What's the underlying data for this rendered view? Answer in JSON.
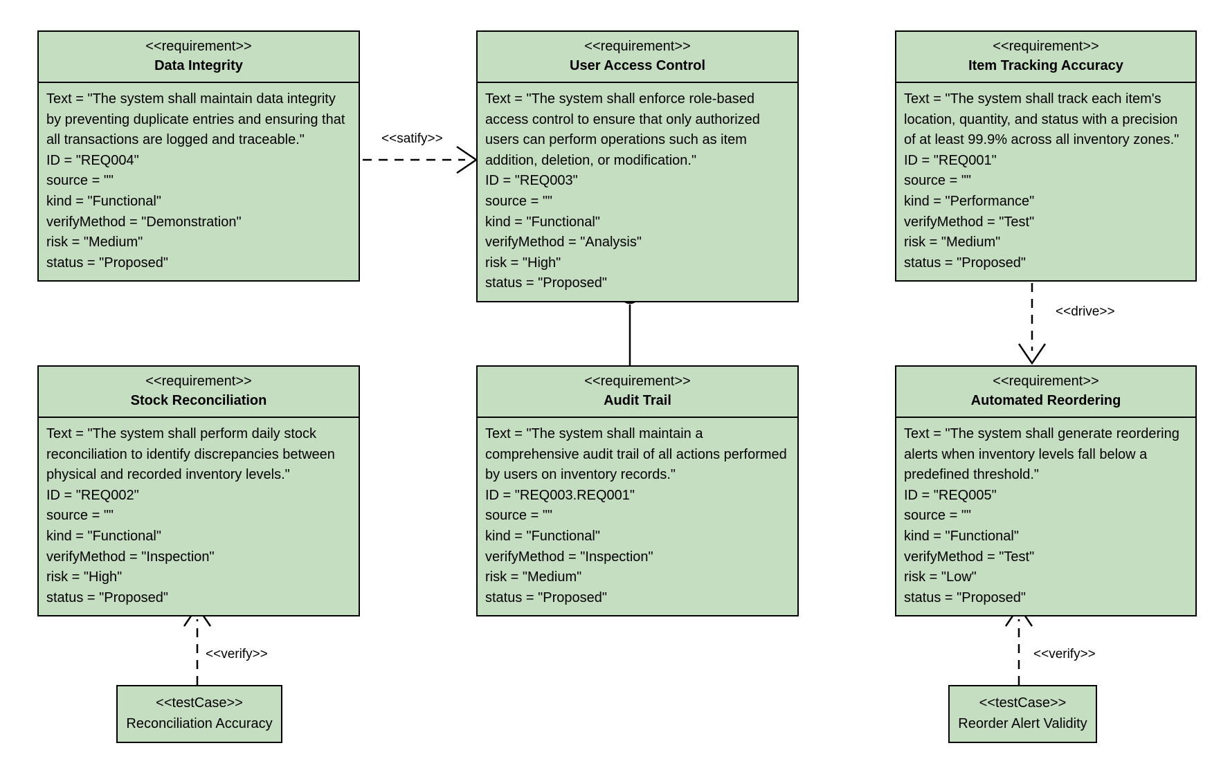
{
  "diagram": {
    "type": "sysml-requirement-diagram",
    "background": "#ffffff",
    "block_fill": "#c5ddc0",
    "block_stroke": "#000000"
  },
  "blocks": [
    {
      "id": "data-integrity",
      "stereotype": "<<requirement>>",
      "name": "Data Integrity",
      "properties": [
        "Text = \"The system shall maintain data integrity by preventing duplicate entries and ensuring that all transactions are logged and traceable.\"",
        "ID = \"REQ004\"",
        "source = \"\"",
        "kind = \"Functional\"",
        "verifyMethod = \"Demonstration\"",
        "risk = \"Medium\"",
        "status = \"Proposed\""
      ]
    },
    {
      "id": "user-access-control",
      "stereotype": "<<requirement>>",
      "name": "User Access Control",
      "properties": [
        "Text = \"The system shall enforce role-based access control to ensure that only authorized users can perform operations such as item addition, deletion, or modification.\"",
        "ID = \"REQ003\"",
        "source = \"\"",
        "kind = \"Functional\"",
        "verifyMethod = \"Analysis\"",
        "risk = \"High\"",
        "status = \"Proposed\""
      ]
    },
    {
      "id": "item-tracking-accuracy",
      "stereotype": "<<requirement>>",
      "name": "Item Tracking Accuracy",
      "properties": [
        "Text = \"The system shall track each item's location, quantity, and status with a precision of at least 99.9% across all inventory zones.\"",
        "ID = \"REQ001\"",
        "source = \"\"",
        "kind = \"Performance\"",
        "verifyMethod = \"Test\"",
        "risk = \"Medium\"",
        "status = \"Proposed\""
      ]
    },
    {
      "id": "stock-reconciliation",
      "stereotype": "<<requirement>>",
      "name": "Stock Reconciliation",
      "properties": [
        "Text = \"The system shall perform daily stock reconciliation to identify discrepancies between physical and recorded inventory levels.\"",
        "ID = \"REQ002\"",
        "source = \"\"",
        "kind = \"Functional\"",
        "verifyMethod = \"Inspection\"",
        "risk = \"High\"",
        "status = \"Proposed\""
      ]
    },
    {
      "id": "audit-trail",
      "stereotype": "<<requirement>>",
      "name": "Audit Trail",
      "properties": [
        "Text = \"The system shall maintain a comprehensive audit trail of all actions performed by users on inventory records.\"",
        "ID = \"REQ003.REQ001\"",
        "source = \"\"",
        "kind = \"Functional\"",
        "verifyMethod = \"Inspection\"",
        "risk = \"Medium\"",
        "status = \"Proposed\""
      ]
    },
    {
      "id": "automated-reordering",
      "stereotype": "<<requirement>>",
      "name": "Automated Reordering",
      "properties": [
        "Text = \"The system shall generate reordering alerts when inventory levels fall below a predefined threshold.\"",
        "ID = \"REQ005\"",
        "source = \"\"",
        "kind = \"Functional\"",
        "verifyMethod = \"Test\"",
        "risk = \"Low\"",
        "status = \"Proposed\""
      ]
    }
  ],
  "test_cases": [
    {
      "id": "reconciliation-accuracy",
      "stereotype": "<<testCase>>",
      "name": "Reconciliation Accuracy"
    },
    {
      "id": "reorder-alert-validity",
      "stereotype": "<<testCase>>",
      "name": "Reorder Alert Validity"
    }
  ],
  "relationships": [
    {
      "id": "satify",
      "label": "<<satify>>",
      "from": "data-integrity",
      "to": "user-access-control",
      "style": "dashed-open-arrow"
    },
    {
      "id": "containment",
      "label": "",
      "from": "user-access-control",
      "to": "audit-trail",
      "style": "containment-crosshair"
    },
    {
      "id": "drive",
      "label": "<<drive>>",
      "from": "item-tracking-accuracy",
      "to": "automated-reordering",
      "style": "dashed-open-arrow"
    },
    {
      "id": "verify-left",
      "label": "<<verify>>",
      "from": "reconciliation-accuracy",
      "to": "stock-reconciliation",
      "style": "dashed-open-arrow"
    },
    {
      "id": "verify-right",
      "label": "<<verify>>",
      "from": "reorder-alert-validity",
      "to": "automated-reordering",
      "style": "dashed-open-arrow"
    }
  ]
}
